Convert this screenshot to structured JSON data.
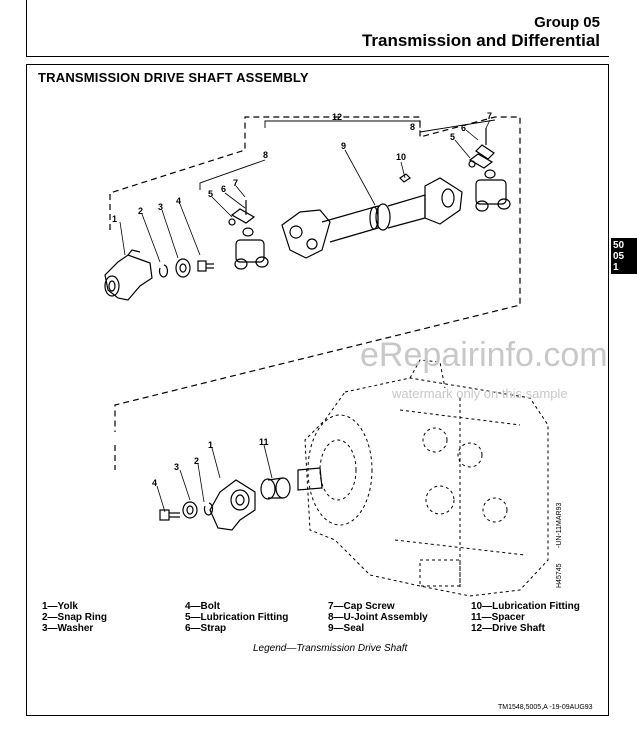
{
  "header": {
    "group": "Group  05",
    "title": "Transmission and Differential"
  },
  "section_title": "TRANSMISSION DRIVE SHAFT ASSEMBLY",
  "side_tab": [
    "50",
    "05",
    "1"
  ],
  "watermark": {
    "text": "eRepairinfo.com",
    "sub": "watermark only on this sample"
  },
  "callouts": [
    "12",
    "8",
    "8",
    "9",
    "10",
    "7",
    "6",
    "5",
    "7",
    "6",
    "5",
    "4",
    "3",
    "2",
    "1",
    "1",
    "2",
    "3",
    "4",
    "11"
  ],
  "legend": {
    "col1": [
      "1—Yolk",
      "2—Snap Ring",
      "3—Washer"
    ],
    "col2": [
      "4—Bolt",
      "5—Lubrication Fitting",
      "6—Strap"
    ],
    "col3": [
      "7—Cap Screw",
      "8—U-Joint Assembly",
      "9—Seal"
    ],
    "col4": [
      "10—Lubrication Fitting",
      "11—Spacer",
      "12—Drive Shaft"
    ],
    "caption": "Legend—Transmission Drive Shaft"
  },
  "codes": {
    "fig": "TM1548,5005,A  -19-09AUG93",
    "vert1": "-UN-11MAR93",
    "vert2": "H45745"
  }
}
